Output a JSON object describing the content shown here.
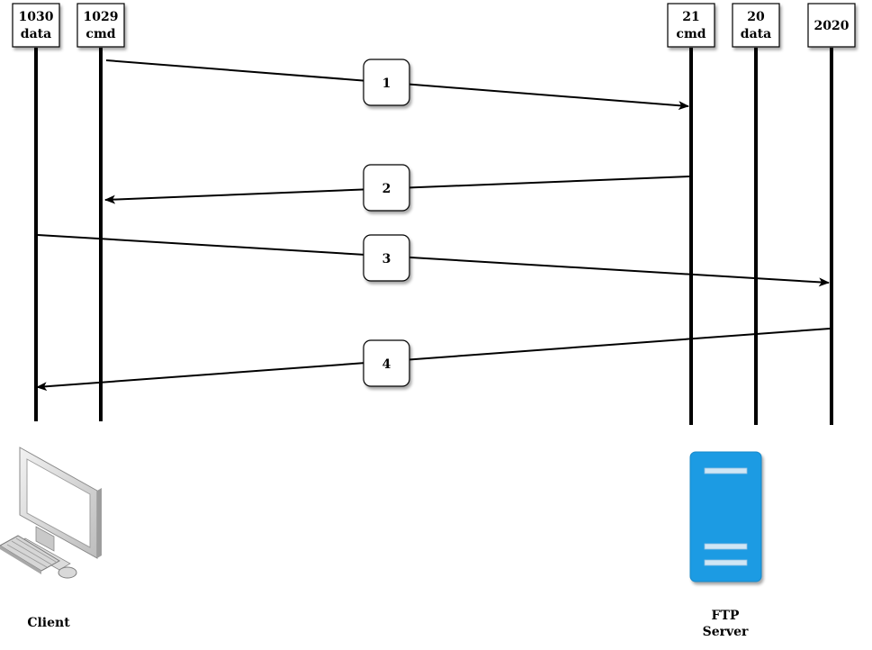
{
  "ports": [
    {
      "id": "p1030",
      "lines": [
        "1030",
        "data"
      ]
    },
    {
      "id": "p1029",
      "lines": [
        "1029",
        "cmd"
      ]
    },
    {
      "id": "p21",
      "lines": [
        "21",
        "cmd"
      ]
    },
    {
      "id": "p20",
      "lines": [
        "20",
        "data"
      ]
    },
    {
      "id": "p2020",
      "lines": [
        "2020"
      ]
    }
  ],
  "steps": [
    {
      "label": "1",
      "from": "p1029",
      "to": "p21"
    },
    {
      "label": "2",
      "from": "p21",
      "to": "p1029"
    },
    {
      "label": "3",
      "from": "p1030",
      "to": "p2020"
    },
    {
      "label": "4",
      "from": "p2020",
      "to": "p1030"
    }
  ],
  "hosts": {
    "client": {
      "label": "Client",
      "icon": "desktop-computer-icon"
    },
    "server": {
      "label_line1": "FTP",
      "label_line2": "Server",
      "icon": "server-tower-icon",
      "color": "#1e9be3"
    }
  }
}
